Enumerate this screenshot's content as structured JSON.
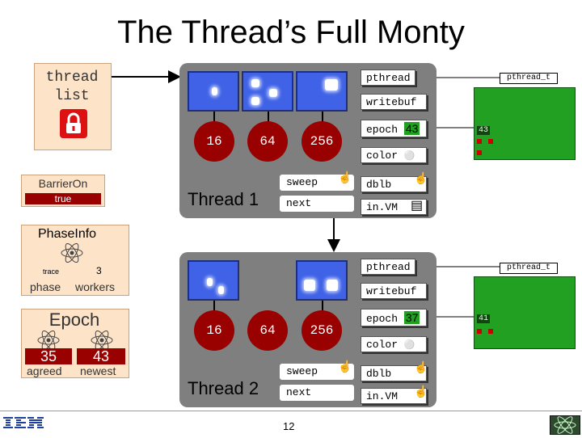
{
  "title": "The Thread’s Full Monty",
  "thread_list": {
    "label": "thread list"
  },
  "barrier": {
    "label": "BarrierOn",
    "value": "true"
  },
  "phase_info": {
    "label": "PhaseInfo",
    "phase_value": "trace",
    "workers_value": "3",
    "phase_label": "phase",
    "workers_label": "workers"
  },
  "epoch": {
    "label": "Epoch",
    "agreed_value": "35",
    "newest_value": "43",
    "agreed_label": "agreed",
    "newest_label": "newest"
  },
  "threads": [
    {
      "name": "Thread 1",
      "sizes": [
        "16",
        "64",
        "256"
      ],
      "pthread": "pthread",
      "writebuf": "writebuf",
      "epoch_label": "epoch",
      "epoch_value": "43",
      "color_label": "color",
      "sweep": "sweep",
      "next": "next",
      "dblb": "dblb",
      "invm": "in.VM",
      "pthread_t": "pthread_t",
      "buf_value": "43"
    },
    {
      "name": "Thread 2",
      "sizes": [
        "16",
        "64",
        "256"
      ],
      "pthread": "pthread",
      "writebuf": "writebuf",
      "epoch_label": "epoch",
      "epoch_value": "37",
      "color_label": "color",
      "sweep": "sweep",
      "next": "next",
      "dblb": "dblb",
      "invm": "in.VM",
      "pthread_t": "pthread_t",
      "buf_value": "41"
    }
  ],
  "footer": {
    "page_number": "12",
    "logo": "IBM"
  },
  "colors": {
    "panel": "#7f7f7f",
    "blue": "#3f62e6",
    "dark_red": "#990000",
    "green": "#22a022",
    "peach": "#fde3c8"
  }
}
